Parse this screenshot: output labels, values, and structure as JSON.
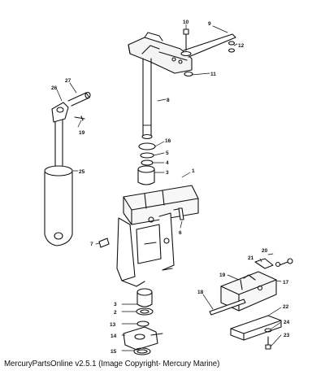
{
  "parts": [
    {
      "num": "10"
    },
    {
      "num": "9"
    },
    {
      "num": "12"
    },
    {
      "num": "11"
    },
    {
      "num": "27"
    },
    {
      "num": "26"
    },
    {
      "num": "19"
    },
    {
      "num": "8"
    },
    {
      "num": "25"
    },
    {
      "num": "16"
    },
    {
      "num": "5"
    },
    {
      "num": "4"
    },
    {
      "num": "3"
    },
    {
      "num": "1"
    },
    {
      "num": "6"
    },
    {
      "num": "7"
    },
    {
      "num": "20"
    },
    {
      "num": "21"
    },
    {
      "num": "19"
    },
    {
      "num": "17"
    },
    {
      "num": "18"
    },
    {
      "num": "3"
    },
    {
      "num": "2"
    },
    {
      "num": "13"
    },
    {
      "num": "14"
    },
    {
      "num": "22"
    },
    {
      "num": "24"
    },
    {
      "num": "23"
    },
    {
      "num": "15"
    }
  ],
  "footer": "MercuryPartsOnline v2.5.1 (Image Copyright- Mercury Marine)"
}
